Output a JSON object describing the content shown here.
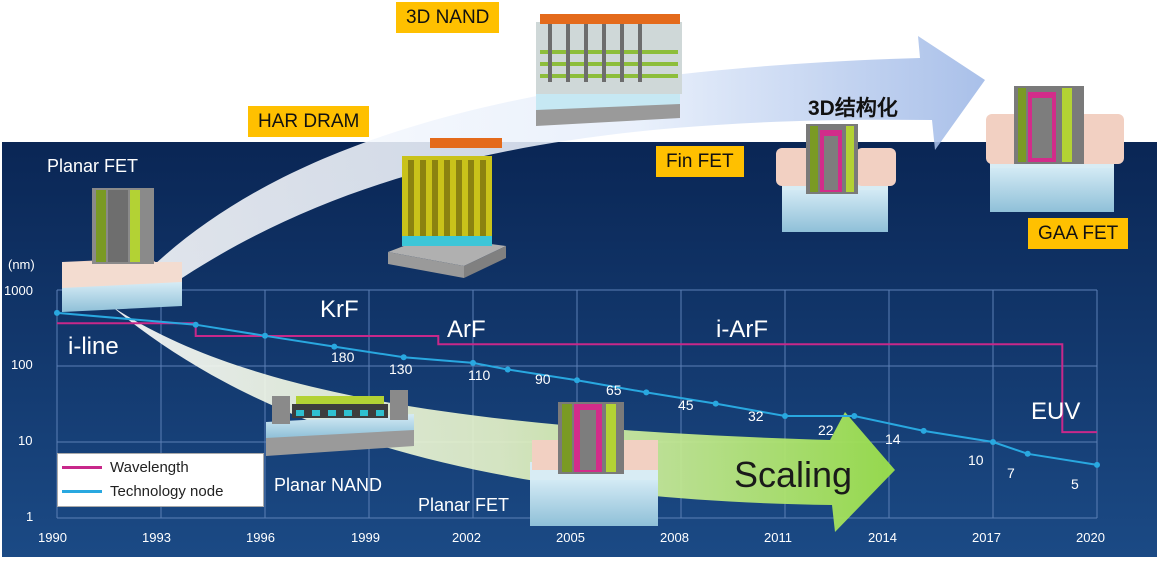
{
  "labels": {
    "nand3d": "3D NAND",
    "har_dram": "HAR DRAM",
    "planar_fet_top": "Planar FET",
    "fin_fet": "Fin FET",
    "struct_3d": "3D结构化",
    "gaa_fet": "GAA FET",
    "planar_nand": "Planar NAND",
    "planar_fet_bottom": "Planar FET",
    "scaling": "Scaling"
  },
  "litho": {
    "iline": "i-line",
    "krf": "KrF",
    "arf": "ArF",
    "iarf": "i-ArF",
    "euv": "EUV"
  },
  "legend": {
    "wavelength": "Wavelength",
    "technology_node": "Technology node"
  },
  "colors": {
    "wavelength": "#c8288a",
    "technology_node": "#29a8e0",
    "label_bg": "#ffc000",
    "background": "#0d2a5c"
  },
  "chart_data": {
    "type": "line",
    "y_unit": "(nm)",
    "y_scale": "log",
    "ylim": [
      1,
      1000
    ],
    "xlim": [
      1990,
      2020
    ],
    "x_ticks": [
      "1990",
      "1993",
      "1996",
      "1999",
      "2002",
      "2005",
      "2008",
      "2011",
      "2014",
      "2017",
      "2020"
    ],
    "y_ticks": [
      "1000",
      "100",
      "10",
      "1"
    ],
    "series": [
      {
        "name": "Wavelength",
        "points": [
          [
            1990,
            365
          ],
          [
            1994,
            365
          ],
          [
            1994,
            248
          ],
          [
            2001,
            248
          ],
          [
            2001,
            193
          ],
          [
            2019,
            193
          ],
          [
            2019,
            13.5
          ],
          [
            2020,
            13.5
          ]
        ]
      },
      {
        "name": "Technology node",
        "points": [
          [
            1990,
            500
          ],
          [
            1994,
            350
          ],
          [
            1996,
            250
          ],
          [
            1998,
            180
          ],
          [
            2000,
            130
          ],
          [
            2002,
            110
          ],
          [
            2003,
            90
          ],
          [
            2005,
            65
          ],
          [
            2007,
            45
          ],
          [
            2009,
            32
          ],
          [
            2011,
            22
          ],
          [
            2013,
            22
          ],
          [
            2015,
            14
          ],
          [
            2017,
            10
          ],
          [
            2018,
            7
          ],
          [
            2020,
            5
          ]
        ]
      }
    ],
    "node_labels": [
      {
        "text": "180",
        "x": 1998.4,
        "y": 180
      },
      {
        "text": "130",
        "x": 2000.0,
        "y": 130
      },
      {
        "text": "110",
        "x": 2002.3,
        "y": 110
      },
      {
        "text": "90",
        "x": 2004.4,
        "y": 90
      },
      {
        "text": "65",
        "x": 2006.0,
        "y": 65
      },
      {
        "text": "45",
        "x": 2007.8,
        "y": 45
      },
      {
        "text": "32",
        "x": 2010.0,
        "y": 32
      },
      {
        "text": "22",
        "x": 2012.4,
        "y": 22
      },
      {
        "text": "14",
        "x": 2014.3,
        "y": 14
      },
      {
        "text": "10",
        "x": 2016.6,
        "y": 10
      },
      {
        "text": "7",
        "x": 2017.8,
        "y": 7
      },
      {
        "text": "5",
        "x": 2019.5,
        "y": 5
      }
    ]
  }
}
